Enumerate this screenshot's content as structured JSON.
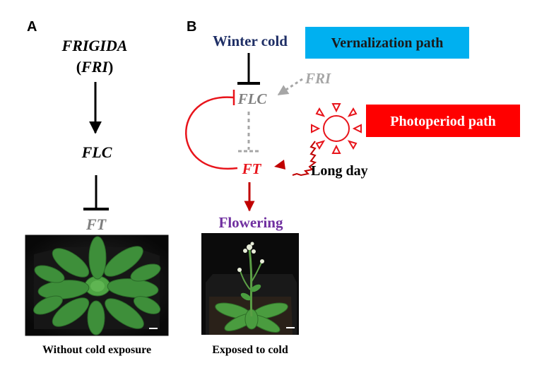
{
  "panel_a": {
    "label": "A",
    "gene_top_line1": "FRIGIDA",
    "gene_top_line2_open": "(",
    "gene_top_line2_name": "FRI",
    "gene_top_line2_close": ")",
    "gene_middle": "FLC",
    "gene_bottom": "FT",
    "photo_caption": "Without cold exposure"
  },
  "panel_b": {
    "label": "B",
    "winter_cold": "Winter cold",
    "vernalization_path": "Vernalization path",
    "photoperiod_path": "Photoperiod path",
    "fri": "FRI",
    "flc": "FLC",
    "ft": "FT",
    "long_day": "Long day",
    "flowering": "Flowering",
    "photo_caption": "Exposed to cold"
  },
  "colors": {
    "black": "#000000",
    "grey": "#a6a6a6",
    "red": "#e8141b",
    "dark_red": "#c00000",
    "navy": "#1f2f66",
    "purple": "#7030a0",
    "vernalization_bg": "#00b0f0",
    "photoperiod_bg": "#ff0000",
    "photoperiod_text": "#ffffff",
    "flc_grey": "#7f7f7f"
  },
  "icons": {
    "sun": "sun-icon",
    "lightning": "wavy-arrow-icon"
  }
}
